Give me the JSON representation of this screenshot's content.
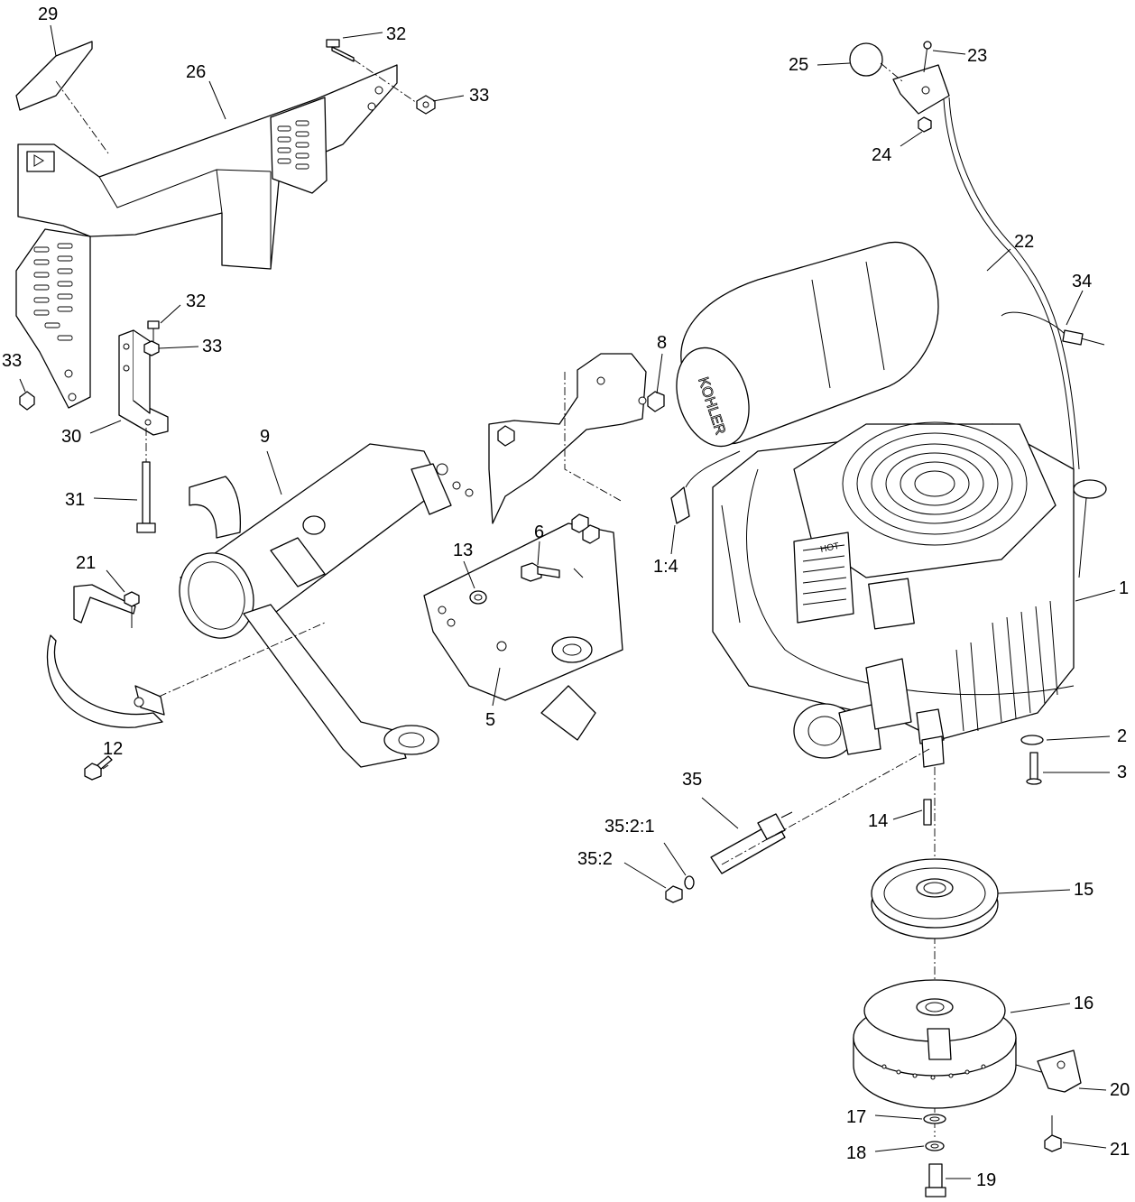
{
  "callouts": [
    {
      "id": "c29",
      "text": "29"
    },
    {
      "id": "c26",
      "text": "26"
    },
    {
      "id": "c32a",
      "text": "32"
    },
    {
      "id": "c33a",
      "text": "33"
    },
    {
      "id": "c32b",
      "text": "32"
    },
    {
      "id": "c33b",
      "text": "33"
    },
    {
      "id": "c33c",
      "text": "33"
    },
    {
      "id": "c30",
      "text": "30"
    },
    {
      "id": "c31",
      "text": "31"
    },
    {
      "id": "c9",
      "text": "9"
    },
    {
      "id": "c8",
      "text": "8"
    },
    {
      "id": "c21a",
      "text": "21"
    },
    {
      "id": "c12",
      "text": "12"
    },
    {
      "id": "c13",
      "text": "13"
    },
    {
      "id": "c6",
      "text": "6"
    },
    {
      "id": "c5",
      "text": "5"
    },
    {
      "id": "c1_4",
      "text": "1:4"
    },
    {
      "id": "c25",
      "text": "25"
    },
    {
      "id": "c23",
      "text": "23"
    },
    {
      "id": "c24",
      "text": "24"
    },
    {
      "id": "c22",
      "text": "22"
    },
    {
      "id": "c34",
      "text": "34"
    },
    {
      "id": "c1",
      "text": "1"
    },
    {
      "id": "c2",
      "text": "2"
    },
    {
      "id": "c3",
      "text": "3"
    },
    {
      "id": "c14",
      "text": "14"
    },
    {
      "id": "c35",
      "text": "35"
    },
    {
      "id": "c35_2_1",
      "text": "35:2:1"
    },
    {
      "id": "c35_2",
      "text": "35:2"
    },
    {
      "id": "c15",
      "text": "15"
    },
    {
      "id": "c16",
      "text": "16"
    },
    {
      "id": "c20",
      "text": "20"
    },
    {
      "id": "c17",
      "text": "17"
    },
    {
      "id": "c21b",
      "text": "21"
    },
    {
      "id": "c18",
      "text": "18"
    },
    {
      "id": "c19",
      "text": "19"
    }
  ],
  "engine": {
    "brand_mark": "KOHLER",
    "hot_label": "HOT"
  },
  "colors": {
    "line": "#000000",
    "background": "#ffffff"
  }
}
